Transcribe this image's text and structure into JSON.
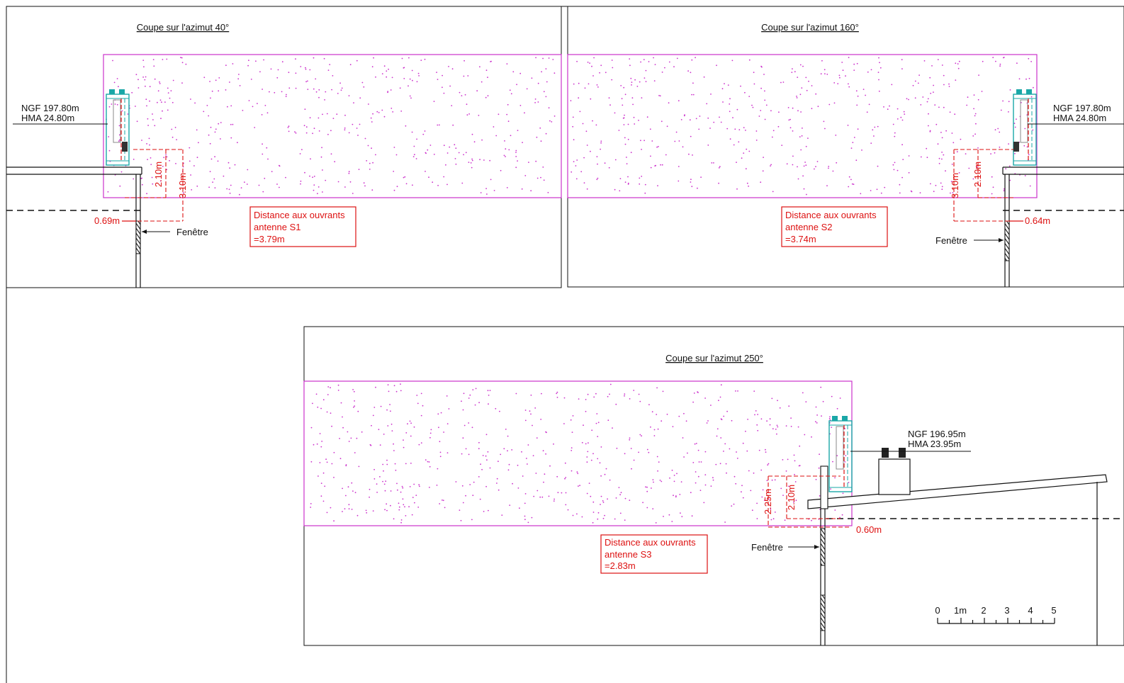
{
  "panels": [
    {
      "title": "Coupe sur l'azimut 40°",
      "ngf": "NGF 197.80m",
      "hma": "HMA 24.80m",
      "dim_a": "2.10m",
      "dim_b": "3.10m",
      "dim_h": "0.69m",
      "window": "Fenêtre",
      "note1": "Distance aux ouvrants",
      "note2": "antenne S1",
      "note3": "=3.79m"
    },
    {
      "title": "Coupe sur l'azimut 160°",
      "ngf": "NGF 197.80m",
      "hma": "HMA 24.80m",
      "dim_a": "2.10m",
      "dim_b": "3.10m",
      "dim_h": "0.64m",
      "window": "Fenêtre",
      "note1": "Distance aux ouvrants",
      "note2": "antenne S2",
      "note3": "=3.74m"
    },
    {
      "title": "Coupe sur l'azimut 250°",
      "ngf": "NGF 196.95m",
      "hma": "HMA 23.95m",
      "dim_a": "2.10m",
      "dim_b": "2.25m",
      "dim_h": "0.60m",
      "window": "Fenêtre",
      "note1": "Distance aux ouvrants",
      "note2": "antenne S3",
      "note3": "=2.83m"
    }
  ],
  "scale": {
    "labels": [
      "0",
      "1m",
      "2",
      "3",
      "4",
      "5"
    ]
  },
  "colors": {
    "zone": "#cc33cc",
    "antenna": "#1aa7a7",
    "dimension": "#d11111",
    "structure": "#111111"
  }
}
